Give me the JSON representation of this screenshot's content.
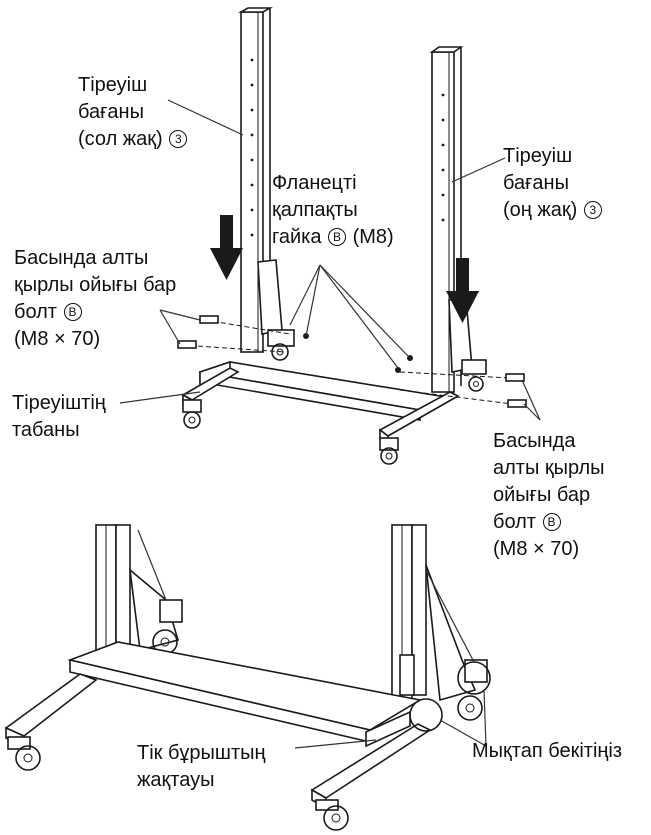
{
  "labels": {
    "left_post": {
      "line1": "Тіреуіш",
      "line2": "бағаны",
      "line3": "(сол жақ)",
      "ref": "3"
    },
    "right_post": {
      "line1": "Тіреуіш",
      "line2": "бағаны",
      "line3": "(оң жақ)",
      "ref": "3"
    },
    "flange_nut": {
      "line1": "Фланецті",
      "line2": "қалпақты",
      "line3": "гайка",
      "ref": "B",
      "size": "(M8)"
    },
    "left_bolt": {
      "line1": "Басында алты",
      "line2": "қырлы ойығы бар",
      "line3": "болт",
      "ref": "B",
      "line4": "(M8 × 70)"
    },
    "stand_base": {
      "line1": "Тіреуіштің",
      "line2": "табаны"
    },
    "right_bolt": {
      "line1": "Басында",
      "line2": "алты қырлы",
      "line3": "ойығы бар",
      "line4": "болт",
      "ref": "B",
      "line5": "(M8 × 70)"
    },
    "square_bracket": {
      "line1": "Тік бұрыштың",
      "line2": "жақтауы"
    },
    "tighten": {
      "line1": "Мықтап бекітіңіз"
    }
  },
  "icons": {
    "arrow_left": "down-arrow-icon",
    "arrow_right": "down-arrow-icon",
    "highlight_circles": "magnify-circle-icon"
  },
  "colors": {
    "line": "#1a1a1a",
    "background": "#ffffff"
  }
}
